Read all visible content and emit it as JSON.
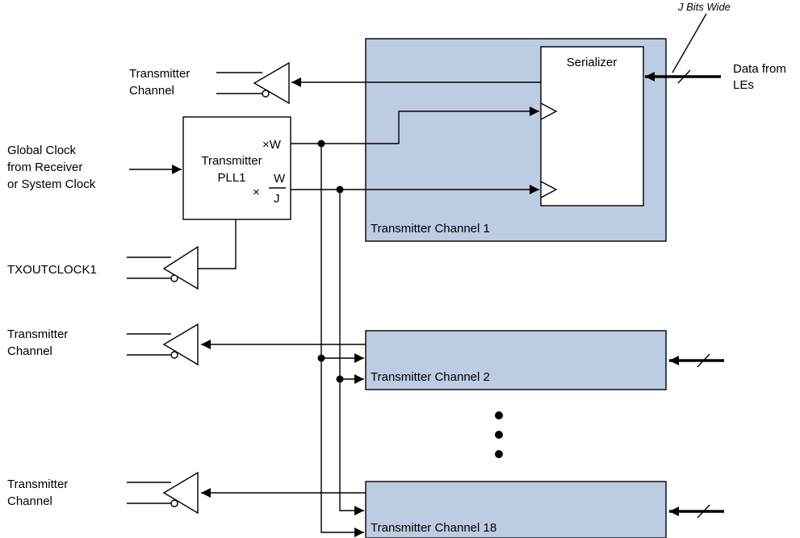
{
  "colors": {
    "channel_fill": "#bccce3",
    "line": "#000000",
    "background": "#ffffff"
  },
  "labels": {
    "j_bits_wide": "J Bits Wide",
    "data_from_les_line1": "Data from",
    "data_from_les_line2": "LEs",
    "serializer": "Serializer",
    "tx_channel_line1": "Transmitter",
    "tx_channel_line2": "Channel",
    "global_clock_line1": "Global Clock",
    "global_clock_line2": "from Receiver",
    "global_clock_line3": "or System Clock",
    "pll_line1": "Transmitter",
    "pll_line2": "PLL1",
    "pll_mult_w": "×W",
    "pll_mult_x": "×",
    "pll_frac_num": "W",
    "pll_frac_den": "J",
    "txoutclock": "TXOUTCLOCK1",
    "channel_1": "Transmitter Channel 1",
    "channel_2": "Transmitter Channel 2",
    "channel_18": "Transmitter Channel 18"
  }
}
